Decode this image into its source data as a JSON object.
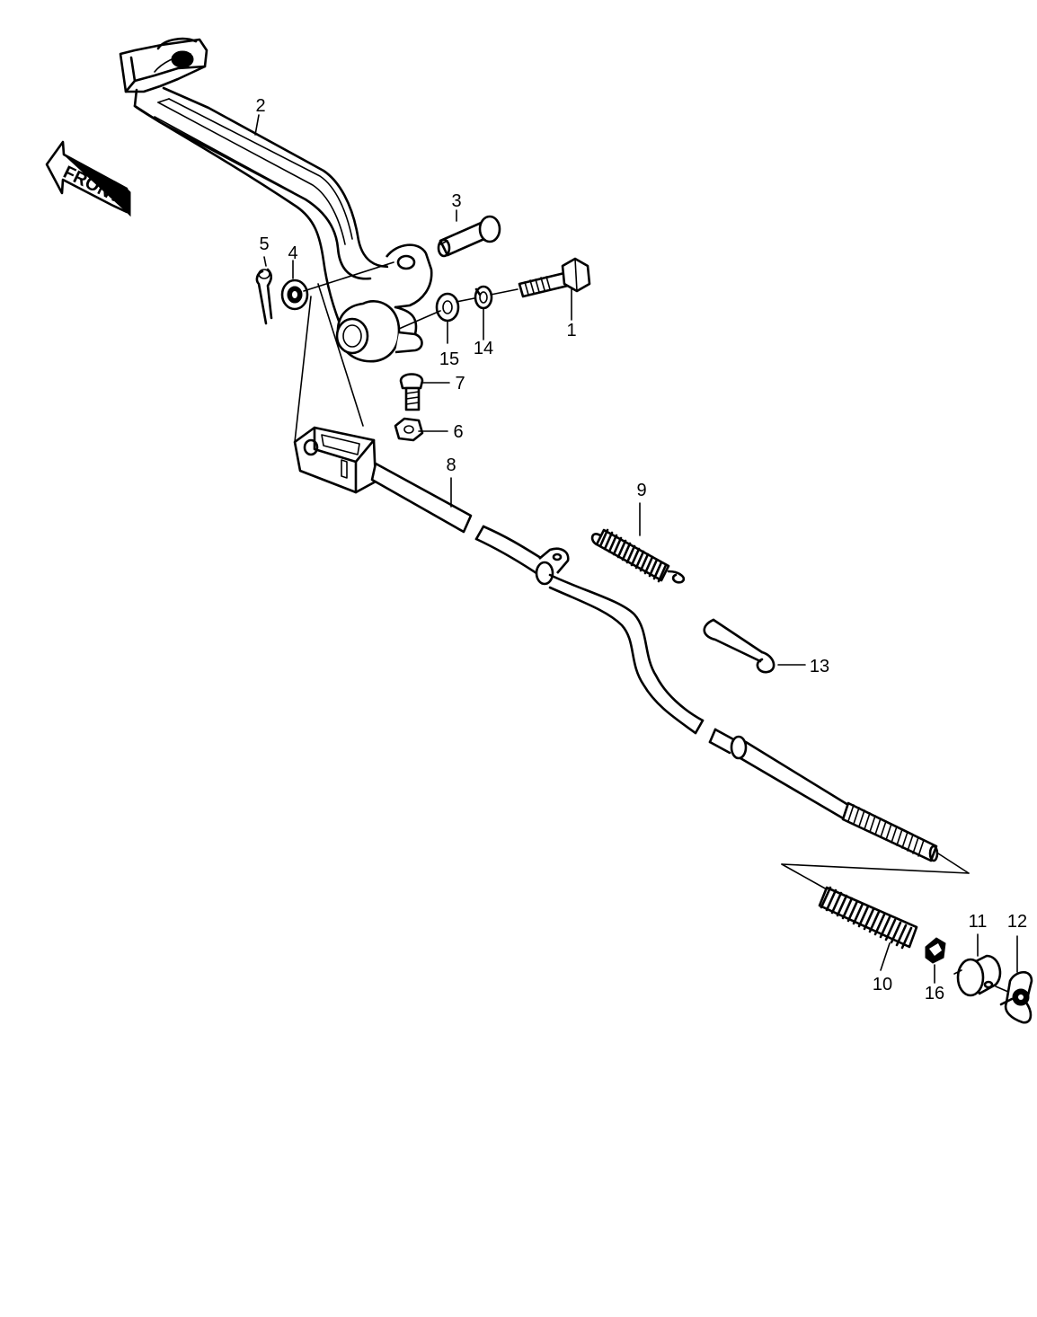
{
  "front_arrow": {
    "text": "FRONT"
  },
  "parts": [
    {
      "id": "p1",
      "label": "1"
    },
    {
      "id": "p2",
      "label": "2"
    },
    {
      "id": "p3",
      "label": "3"
    },
    {
      "id": "p4",
      "label": "4"
    },
    {
      "id": "p5",
      "label": "5"
    },
    {
      "id": "p6",
      "label": "6"
    },
    {
      "id": "p7",
      "label": "7"
    },
    {
      "id": "p8",
      "label": "8"
    },
    {
      "id": "p9",
      "label": "9"
    },
    {
      "id": "p10",
      "label": "10"
    },
    {
      "id": "p11",
      "label": "11"
    },
    {
      "id": "p12",
      "label": "12"
    },
    {
      "id": "p13",
      "label": "13"
    },
    {
      "id": "p14",
      "label": "14"
    },
    {
      "id": "p15",
      "label": "15"
    },
    {
      "id": "p16",
      "label": "16"
    }
  ]
}
